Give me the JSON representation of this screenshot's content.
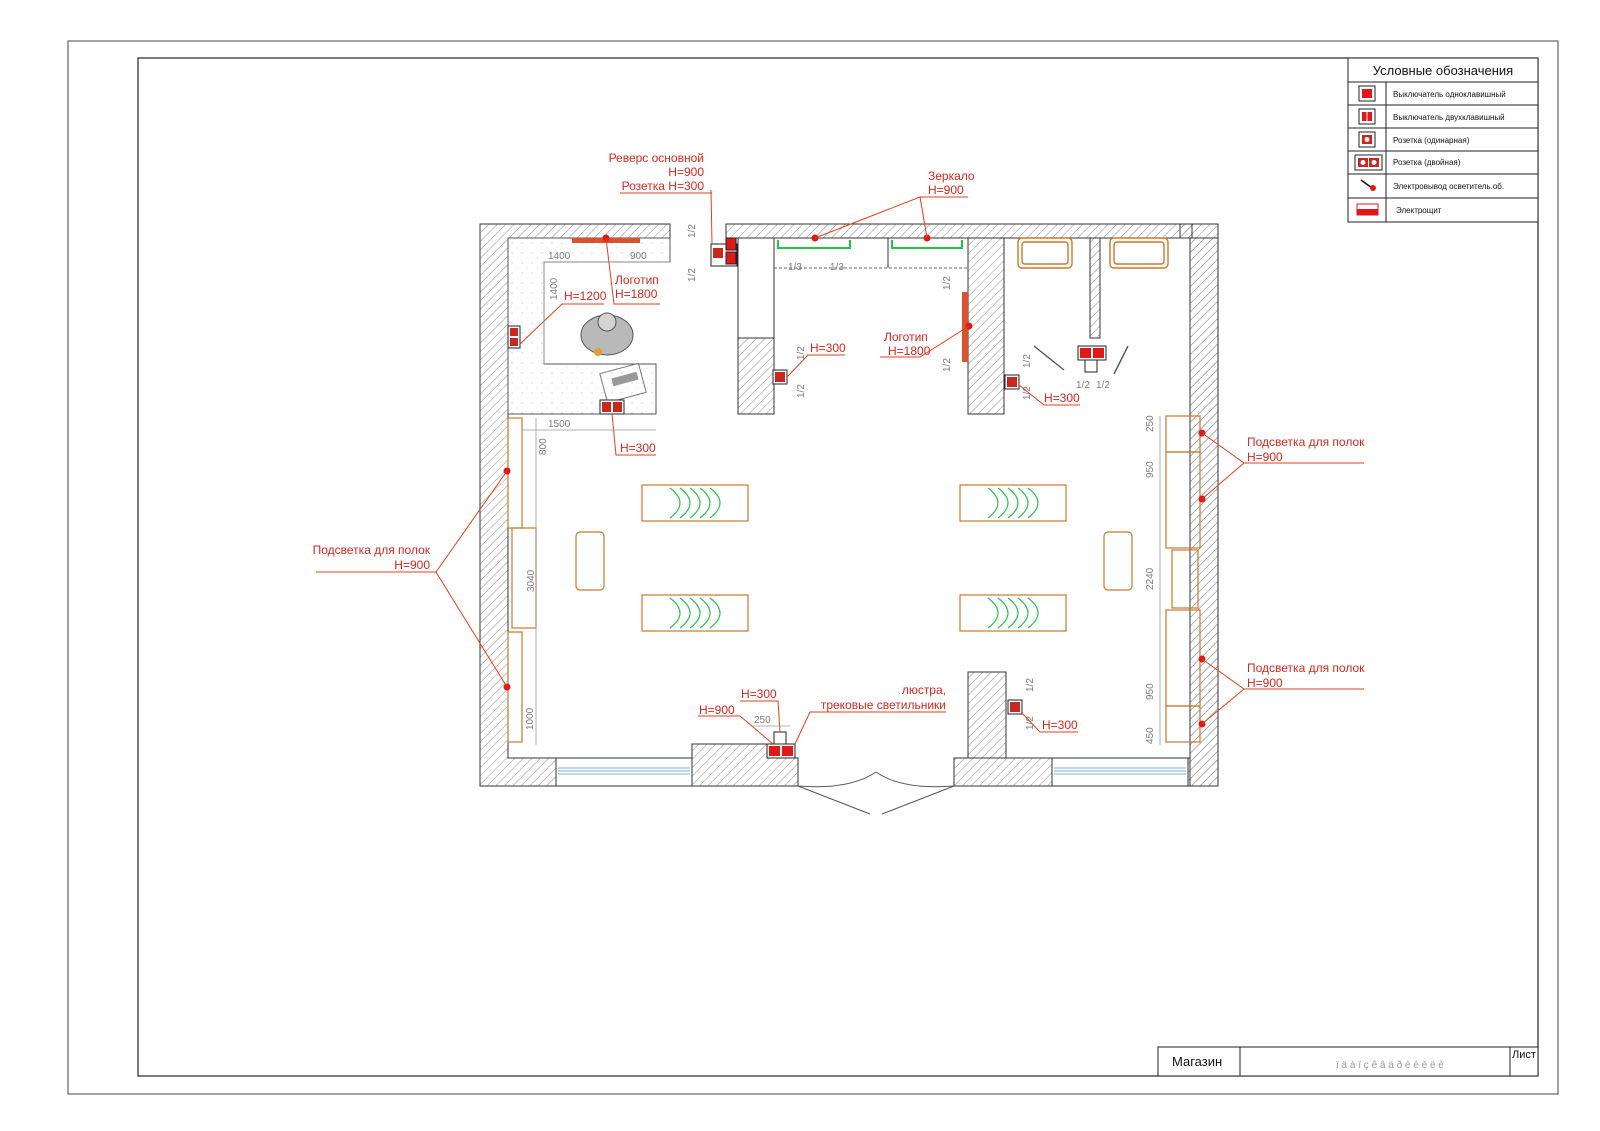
{
  "legend": {
    "title": "Условные обозначения",
    "items": [
      {
        "icon": "switch-single-icon",
        "label": "Выключатель одноклавишный"
      },
      {
        "icon": "switch-double-icon",
        "label": "Выключатель двухклавишный"
      },
      {
        "icon": "socket-single-icon",
        "label": "Розетка (одинарная)"
      },
      {
        "icon": "socket-double-icon",
        "label": "Розетка (двойная)"
      },
      {
        "icon": "light-outlet-icon",
        "label": "Электровывод осветитель.об."
      },
      {
        "icon": "electric-panel-icon",
        "label": "Электрощит"
      }
    ]
  },
  "annotations": {
    "revers_1": "Реверс основной",
    "revers_2": "H=900",
    "revers_3": "Розетка H=300",
    "mirror_1": "Зеркало",
    "mirror_2": "H=900",
    "logo_left_1": "Логотип",
    "logo_left_2": "H=1800",
    "h1200": "H=1200",
    "h300_counter": "H=300",
    "h300_pillar": "H=300",
    "logo_mid_1": "Логотип",
    "logo_mid_2": "H=1800",
    "h300_fitting": "H=300",
    "shelves_left_1": "Подсветка для полок",
    "shelves_left_2": "H=900",
    "shelves_right_top_1": "Подсветка для полок",
    "shelves_right_top_2": "H=900",
    "shelves_right_bottom_1": "Подсветка для полок",
    "shelves_right_bottom_2": "H=900",
    "entry_h300": "H=300",
    "entry_h900": "H=900",
    "chandelier_1": "люстра,",
    "chandelier_2": "трековые светильники",
    "h300_right_pillar": "H=300"
  },
  "dimensions": {
    "d1400": "1400",
    "d900": "900",
    "d1400v": "1400",
    "d1500": "1500",
    "d800": "800",
    "d3040": "3040",
    "d1000": "1000",
    "d250": "250",
    "d950a": "950",
    "d2240": "2240",
    "d950b": "950",
    "d450": "450",
    "d250b": "250",
    "half": "1/2",
    "third": "1/3"
  },
  "titleblock": {
    "name": "Магазин",
    "sheet_label": "Лист",
    "garbled": "ï ä à ï  ç ê â ä ð è é è ë è"
  },
  "colors": {
    "annotation": "#d2281e",
    "wall_hatch": "#8a8a8a",
    "furniture": "#d07a1e",
    "mirror_light": "#27c24c",
    "window": "#7fb2e0"
  }
}
